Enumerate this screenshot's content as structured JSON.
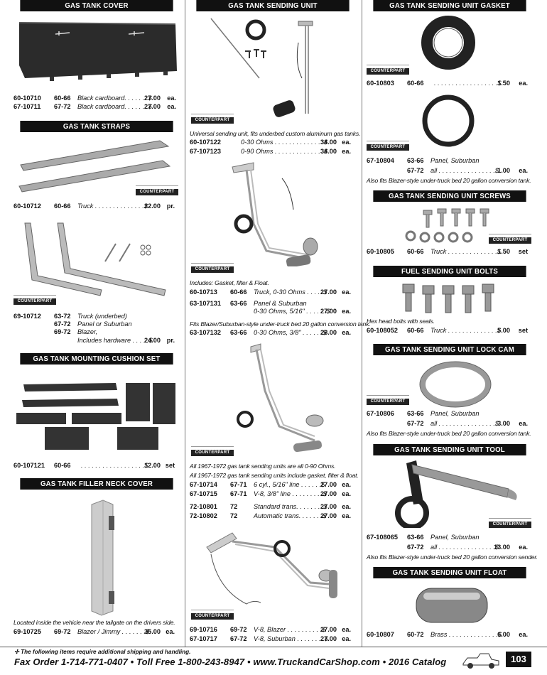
{
  "counterpart_label": "COUNTERPART",
  "col1": {
    "cover": {
      "title": "GAS TANK COVER",
      "rows": [
        {
          "pn": "60-10710",
          "yr": "60-66",
          "ds": "Black cardboard. . . . . . .$",
          "pr": "27.00",
          "u": "ea."
        },
        {
          "pn": "67-10711",
          "yr": "67-72",
          "ds": "Black cardboard. . . . . . .$",
          "pr": "27.00",
          "u": "ea."
        }
      ]
    },
    "straps": {
      "title": "GAS TANK STRAPS",
      "r1": {
        "pn": "60-10712",
        "yr": "60-66",
        "ds": "Truck . . . . . . . . . . . . . .$",
        "pr": "22.00",
        "u": "pr."
      },
      "r2": {
        "pn": "69-10712",
        "yr1": "63-72",
        "ds1": "Truck (underbed)",
        "yr2": "67-72",
        "ds2": "Panel or Suburban",
        "yr3": "69-72",
        "ds3": "Blazer,",
        "ds4": "Includes hardware . . . . .$",
        "pr": "24.00",
        "u": "pr."
      }
    },
    "cushion": {
      "title": "GAS TANK MOUNTING CUSHION SET",
      "r1": {
        "pn": "60-107121",
        "yr": "60-66",
        "ds": ". . . . . . . . . . . . . . . . . .$",
        "pr": "12.00",
        "u": "set"
      }
    },
    "filler": {
      "title": "GAS TANK FILLER NECK COVER",
      "note": "Located inside the vehicle near the tailgate on the drivers side.",
      "r1": {
        "pn": "69-10725",
        "yr": "69-72",
        "ds": "Blazer / Jimmy . . . . . . .$",
        "pr": "35.00",
        "u": "ea."
      }
    }
  },
  "col2": {
    "title": "GAS TANK SENDING UNIT",
    "note1": "Universal sending unit, fits underbed custom aluminum gas tanks.",
    "r1": [
      {
        "pn": "60-107122",
        "ds": "0-30 Ohms . . . . . . . . . . . . . .$",
        "pr": "34.00",
        "u": "ea."
      },
      {
        "pn": "67-107123",
        "ds": "0-90 Ohms . . . . . . . . . . . . . .$",
        "pr": "34.00",
        "u": "ea."
      }
    ],
    "note2": "Includes: Gasket, filter & Float.",
    "r2": {
      "pn": "60-10713",
      "yr": "60-66",
      "ds": "Truck, 0-30 Ohms . . . . .$",
      "pr": "27.00",
      "u": "ea."
    },
    "r3": {
      "pn": "63-107131",
      "yr": "63-66",
      "ds1": "Panel & Suburban",
      "ds2": "0-30 Ohms, 5/16\" . . . . . .$",
      "pr": "27.00",
      "u": "ea."
    },
    "note3": "Fits Blazer/Suburban-style under-truck bed 20 gallon conversion tank.",
    "r4": {
      "pn": "63-107132",
      "yr": "63-66",
      "ds": "0-30 Ohms, 3/8\" . . . . . .$",
      "pr": "28.00",
      "u": "ea."
    },
    "note4": "All 1967-1972 gas tank sending units are all 0-90 Ohms.",
    "note5": "All 1967-1972 gas tank sending units include gasket, filter & float.",
    "r5": [
      {
        "pn": "67-10714",
        "yr": "67-71",
        "ds": "6 cyl., 5/16\" line . . . . . .$",
        "pr": "27.00",
        "u": "ea."
      },
      {
        "pn": "67-10715",
        "yr": "67-71",
        "ds": "V-8, 3/8\" line . . . . . . . . .$",
        "pr": "27.00",
        "u": "ea."
      },
      {
        "pn": "72-10801",
        "yr": "72",
        "ds": "Standard trans. . . . . . . .$",
        "pr": "27.00",
        "u": "ea."
      },
      {
        "pn": "72-10802",
        "yr": "72",
        "ds": "Automatic trans. . . . . . .$",
        "pr": "27.00",
        "u": "ea."
      }
    ],
    "r6": [
      {
        "pn": "69-10716",
        "yr": "69-72",
        "ds": "V-8, Blazer . . . . . . . . . .$",
        "pr": "27.00",
        "u": "ea."
      },
      {
        "pn": "67-10717",
        "yr": "67-72",
        "ds": "V-8, Suburban . . . . . . . .$",
        "pr": "27.00",
        "u": "ea."
      }
    ]
  },
  "col3": {
    "gasket": {
      "title": "GAS TANK SENDING UNIT GASKET",
      "r1": {
        "pn": "60-10803",
        "yr": "60-66",
        "ds": ". . . . . . . . . . . . . . . . . .$",
        "pr": "1.50",
        "u": "ea."
      },
      "r2": {
        "pn": "67-10804",
        "yr1": "63-66",
        "ds1": "Panel, Suburban",
        "yr2": "67-72",
        "ds2": "all . . . . . . . . . . . . . . . .$",
        "pr": "1.00",
        "u": "ea."
      },
      "note": "Also fits Blazer-style under-truck bed 20 gallon conversion tank."
    },
    "screws": {
      "title": "GAS TANK SENDING UNIT SCREWS",
      "r1": {
        "pn": "60-10805",
        "yr": "60-66",
        "ds": "Truck . . . . . . . . . . . . . .$",
        "pr": "1.50",
        "u": "set"
      }
    },
    "bolts": {
      "title": "FUEL SENDING UNIT BOLTS",
      "note": "Hex head bolts with seals.",
      "r1": {
        "pn": "60-108052",
        "yr": "60-66",
        "ds": "Truck . . . . . . . . . . . . . .$",
        "pr": "5.00",
        "u": "set"
      }
    },
    "lockcam": {
      "title": "GAS TANK SENDING UNIT LOCK CAM",
      "r1": {
        "pn": "67-10806",
        "yr1": "63-66",
        "ds1": "Panel, Suburban",
        "yr2": "67-72",
        "ds2": "all . . . . . . . . . . . . . . . .$",
        "pr": "3.00",
        "u": "ea."
      },
      "note": "Also fits Blazer-style under-truck bed 20 gallon conversion tank."
    },
    "tool": {
      "title": "GAS TANK SENDING UNIT TOOL",
      "r1": {
        "pn": "67-108065",
        "yr1": "63-66",
        "ds1": "Panel, Suburban",
        "yr2": "67-72",
        "ds2": "all . . . . . . . . . . . . . . . .$",
        "pr": "13.00",
        "u": "ea."
      },
      "note": "Also fits Blazer-style under-truck bed 20 gallon conversion sender."
    },
    "float": {
      "title": "GAS TANK SENDING UNIT FLOAT",
      "r1": {
        "pn": "60-10807",
        "yr": "60-72",
        "ds": "Brass . . . . . . . . . . . . . .$",
        "pr": "6.00",
        "u": "ea."
      }
    }
  },
  "footer": {
    "note": "✢ The following items require additional shipping and handling.",
    "line": "Fax Order  1-714-771-0407  •  Toll Free  1-800-243-8947  •  www.TruckandCarShop.com  •  2016 Catalog",
    "page": "103"
  }
}
